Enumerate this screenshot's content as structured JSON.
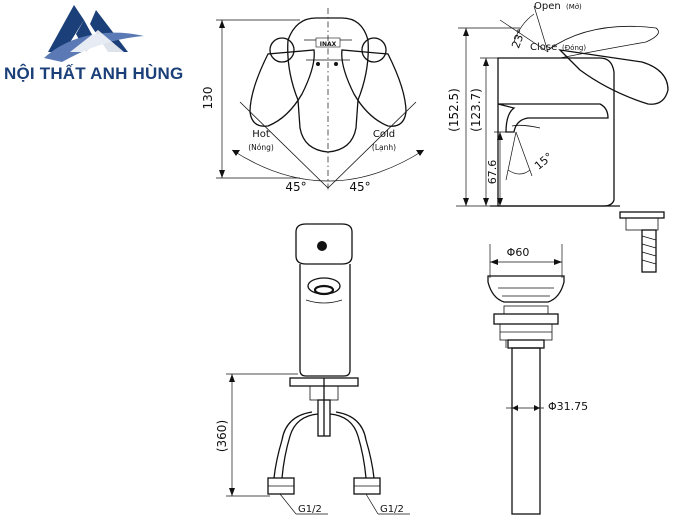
{
  "logo": {
    "company": "NỘI THẤT ANH HÙNG",
    "colors": {
      "primary": "#1b3f78",
      "accent": "#5a79b5"
    }
  },
  "top_view": {
    "brand_mark": "INAX",
    "dim_height": "130",
    "hot_label": "Hot",
    "hot_sub": "(Nóng)",
    "cold_label": "Cold",
    "cold_sub": "(Lạnh)",
    "angle_left": "45°",
    "angle_right": "45°"
  },
  "side_view": {
    "open_label": "Open",
    "open_sub": "(Mở)",
    "close_label": "Close",
    "close_sub": "(Đóng)",
    "lever_angle": "23°",
    "spout_angle": "15°",
    "dim_total": "(152.5)",
    "dim_body": "(123.7)",
    "dim_spout": "67.6"
  },
  "front_view": {
    "dim_hose": "(360)",
    "thread_left": "G1/2",
    "thread_right": "G1/2"
  },
  "drain_view": {
    "dia_top": "Φ60",
    "dia_pipe": "Φ31.75"
  }
}
